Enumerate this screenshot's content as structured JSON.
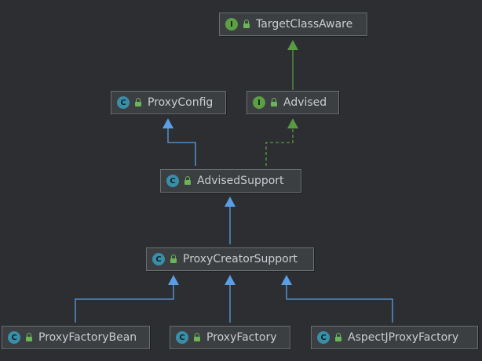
{
  "diagram": {
    "nodes": [
      {
        "id": "target-class-aware",
        "label": "TargetClassAware",
        "kind": "interface",
        "badge": "I"
      },
      {
        "id": "proxy-config",
        "label": "ProxyConfig",
        "kind": "class",
        "badge": "C"
      },
      {
        "id": "advised",
        "label": "Advised",
        "kind": "interface",
        "badge": "I"
      },
      {
        "id": "advised-support",
        "label": "AdvisedSupport",
        "kind": "class",
        "badge": "C"
      },
      {
        "id": "proxy-creator-support",
        "label": "ProxyCreatorSupport",
        "kind": "class",
        "badge": "C"
      },
      {
        "id": "proxy-factory-bean",
        "label": "ProxyFactoryBean",
        "kind": "class",
        "badge": "C"
      },
      {
        "id": "proxy-factory",
        "label": "ProxyFactory",
        "kind": "class",
        "badge": "C"
      },
      {
        "id": "aspectj-proxy-factory",
        "label": "AspectJProxyFactory",
        "kind": "class",
        "badge": "C"
      }
    ],
    "edges": [
      {
        "from": "advised",
        "to": "target-class-aware",
        "type": "extends-interface"
      },
      {
        "from": "advised-support",
        "to": "proxy-config",
        "type": "extends"
      },
      {
        "from": "advised-support",
        "to": "advised",
        "type": "implements"
      },
      {
        "from": "proxy-creator-support",
        "to": "advised-support",
        "type": "extends"
      },
      {
        "from": "proxy-factory-bean",
        "to": "proxy-creator-support",
        "type": "extends"
      },
      {
        "from": "proxy-factory",
        "to": "proxy-creator-support",
        "type": "extends"
      },
      {
        "from": "aspectj-proxy-factory",
        "to": "proxy-creator-support",
        "type": "extends"
      }
    ]
  },
  "colors": {
    "background": "#2c2e31",
    "node_fill": "#3c3f41",
    "node_border": "#6b6e70",
    "text": "#c9ccd0",
    "class_badge": "#3a8fa8",
    "interface_badge": "#5c9f45",
    "extends_edge": "#5a9ee6",
    "interface_edge": "#5a9a44"
  },
  "icons": {
    "class": "class-badge-icon",
    "interface": "interface-badge-icon",
    "visibility": "public-lock-icon"
  }
}
